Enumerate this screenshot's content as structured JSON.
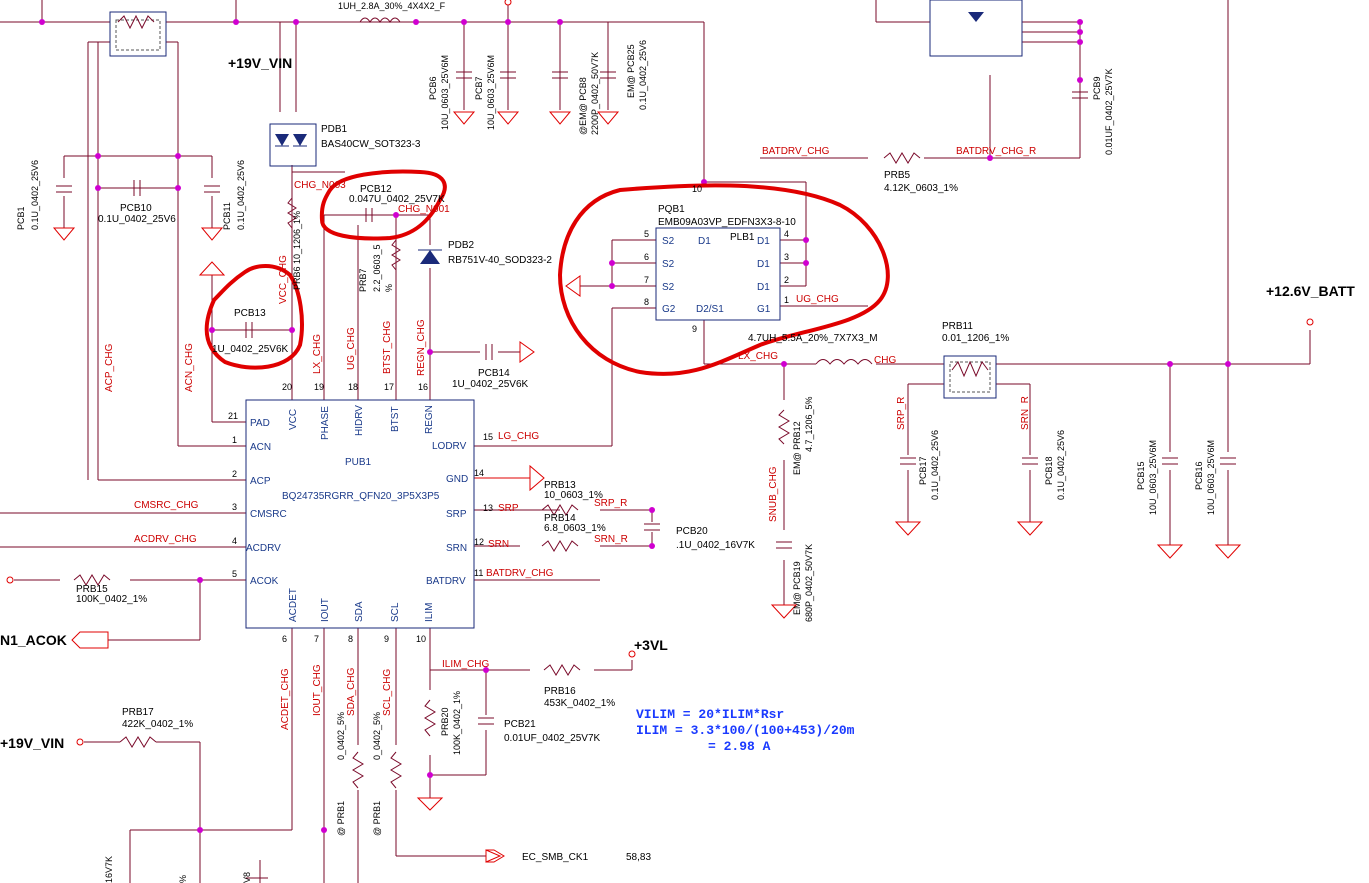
{
  "ic": {
    "ref": "PUB1",
    "part": "BQ24735RGRR_QFN20_3P5X3P5",
    "left_pins": [
      {
        "num": "21",
        "name": "PAD"
      },
      {
        "num": "1",
        "name": "ACN"
      },
      {
        "num": "2",
        "name": "ACP"
      },
      {
        "num": "3",
        "name": "CMSRC"
      },
      {
        "num": "4",
        "name": "ACDRV"
      },
      {
        "num": "5",
        "name": "ACOK"
      }
    ],
    "top_pins": [
      {
        "num": "20",
        "name": "VCC"
      },
      {
        "num": "19",
        "name": "PHASE"
      },
      {
        "num": "18",
        "name": "HIDRV"
      },
      {
        "num": "17",
        "name": "BTST"
      },
      {
        "num": "16",
        "name": "REGN"
      }
    ],
    "right_pins": [
      {
        "num": "15",
        "name": "LODRV"
      },
      {
        "num": "14",
        "name": "GND"
      },
      {
        "num": "13",
        "name": "SRP"
      },
      {
        "num": "12",
        "name": "SRN"
      },
      {
        "num": "11",
        "name": "BATDRV"
      }
    ],
    "bottom_pins": [
      {
        "num": "6",
        "name": "ACDET"
      },
      {
        "num": "7",
        "name": "IOUT"
      },
      {
        "num": "8",
        "name": "SDA"
      },
      {
        "num": "9",
        "name": "SCL"
      },
      {
        "num": "10",
        "name": "ILIM"
      }
    ]
  },
  "mosfet": {
    "ref": "PQB1",
    "part": "EMB09A03VP_EDFN3X3-8-10",
    "left": [
      {
        "num": "5",
        "name": "S2"
      },
      {
        "num": "6",
        "name": "S2"
      },
      {
        "num": "7",
        "name": "S2"
      },
      {
        "num": "8",
        "name": "G2"
      }
    ],
    "mid": [
      {
        "name": "D1"
      },
      {
        "name": "D2/S1"
      }
    ],
    "right": [
      {
        "num": "4",
        "name": "D1"
      },
      {
        "num": "3",
        "name": "D1"
      },
      {
        "num": "2",
        "name": "D1"
      },
      {
        "num": "1",
        "name": "G1"
      }
    ],
    "top_num": "10",
    "bottom_num": "9"
  },
  "power": {
    "vin": "+19V_VIN",
    "batt": "+12.6V_BATT",
    "vl": "+3VL",
    "vin2": "+19V_VIN",
    "acok": "N1_ACOK"
  },
  "nets": {
    "chg_n003": "CHG_N003",
    "chg_n001": "CHG_N001",
    "vcc_chg": "VCC_CHG",
    "lx_chg": "LX_CHG",
    "ug_chg": "UG_CHG",
    "btst_chg": "BTST_CHG",
    "regn_chg": "REGN_CHG",
    "acp_chg": "ACP_CHG",
    "acn_chg": "ACN_CHG",
    "lg_chg": "LG_CHG",
    "cmsrc": "CMSRC_CHG",
    "acdrv": "ACDRV_CHG",
    "batdrv": "BATDRV_CHG",
    "batdrv_r": "BATDRV_CHG_R",
    "srp": "SRP",
    "srn": "SRN",
    "srp_r": "SRP_R",
    "srn_r": "SRN_R",
    "snub": "SNUB_CHG",
    "ilim": "ILIM_CHG",
    "chg": "CHG",
    "acdet": "ACDET_CHG",
    "iout": "IOUT_CHG",
    "sda": "SDA_CHG",
    "scl": "SCL_CHG",
    "ec_smb": "EC_SMB_CK1",
    "page_ref": "58,83",
    "ug_chg2": "UG_CHG"
  },
  "components": {
    "top_ind": "1UH_2.8A_30%_4X4X2_F",
    "pdb1": "PDB1",
    "pdb1_part": "BAS40CW_SOT323-3",
    "pdb2": "PDB2",
    "pdb2_part": "RB751V-40_SOD323-2",
    "pcb12": "PCB12",
    "pcb12_val": "0.047U_0402_25V7K",
    "prb7": "PRB7",
    "prb7_val": "2.2_0603_5",
    "prb7_pct": "%",
    "prb6": "PRB6 10_1206_1%",
    "pcb13": "PCB13",
    "pcb13_val": "1U_0402_25V6K",
    "pcb14": "PCB14",
    "pcb14_val": "1U_0402_25V6K",
    "pcb1": "PCB1",
    "pcb1_val": "0.1U_0402_25V6",
    "pcb10": "PCB10",
    "pcb10_val": "0.1U_0402_25V6",
    "pcb11": "PCB11",
    "pcb11_val": "0.1U_0402_25V6",
    "pcb6": "PCB6",
    "pcb6_val": "10U_0603_25V6M",
    "pcb7": "PCB7",
    "pcb7_val": "10U_0603_25V6M",
    "pcb8": "@EM@ PCB8",
    "pcb8_val": "2200P_0402_50V7K",
    "pcb25": "EM@ PCB25",
    "pcb25_val": "0.1U_0402_25V6",
    "pcb9": "PCB9",
    "pcb9_val": "0.01UF_0402_25V7K",
    "prb5": "PRB5",
    "prb5_val": "4.12K_0603_1%",
    "plb1": "PLB1",
    "plb1_val": "4.7UH_5.5A_20%_7X7X3_M",
    "prb11": "PRB11",
    "prb11_val": "0.01_1206_1%",
    "prb12": "EM@ PRB12",
    "prb12_val": "4.7_1206_5%",
    "pcb19": "EM@ PCB19",
    "pcb19_val": "680P_0402_50V7K",
    "pcb17": "PCB17",
    "pcb17_val": "0.1U_0402_25V6",
    "pcb18": "PCB18",
    "pcb18_val": "0.1U_0402_25V6",
    "pcb15": "PCB15",
    "pcb15_val": "10U_0603_25V6M",
    "pcb16": "PCB16",
    "pcb16_val": "10U_0603_25V6M",
    "prb13": "PRB13",
    "prb13_val": "10_0603_1%",
    "prb14": "PRB14",
    "prb14_val": "6.8_0603_1%",
    "pcb20": "PCB20",
    "pcb20_val": ".1U_0402_16V7K",
    "prb15": "PRB15",
    "prb15_val": "100K_0402_1%",
    "prb16": "PRB16",
    "prb16_val": "453K_0402_1%",
    "prb17": "PRB17",
    "prb17_val": "422K_0402_1%",
    "prb20": "PRB20",
    "prb20_val": "100K_0402_1%",
    "pcb21": "PCB21",
    "pcb21_val": "0.01UF_0402_25V7K",
    "prb1a": "@ PRB1",
    "prb1a_val": "0_0402_5%",
    "prb1b": "@ PRB1",
    "prb1b_val": "0_0402_5%",
    "frag1": "16V7K",
    "frag2": "%",
    "frag3": "V8"
  },
  "formula": {
    "l1": "VILIM =  20*ILIM*Rsr",
    "l2": "ILIM = 3.3*100/(100+453)/20m",
    "l3": "= 2.98 A"
  }
}
